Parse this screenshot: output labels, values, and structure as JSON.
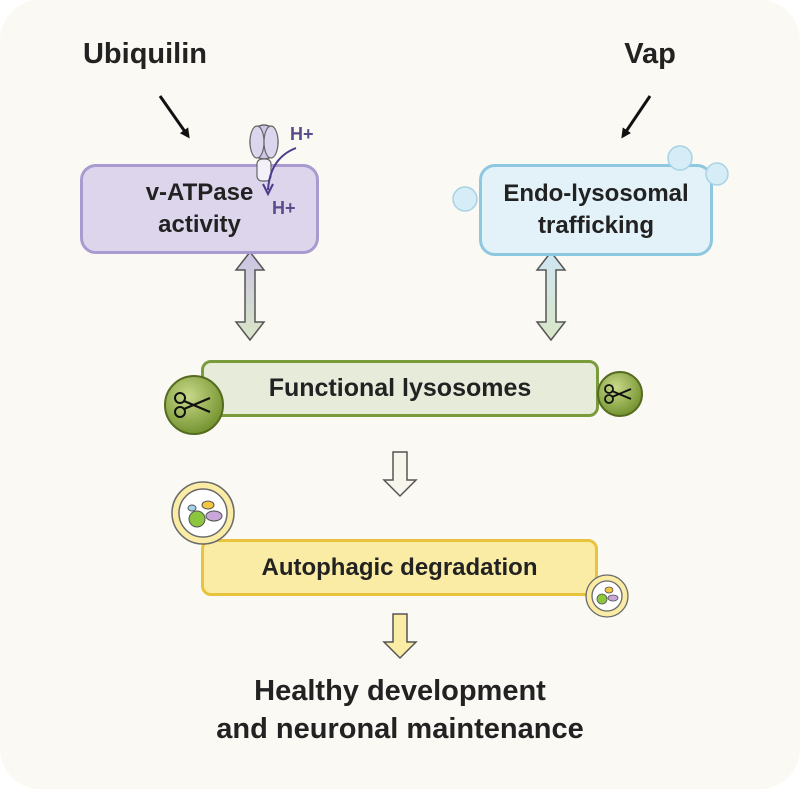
{
  "diagram": {
    "factors": {
      "left": "Ubiquilin",
      "right": "Vap"
    },
    "nodes": {
      "vatpase": {
        "line1": "v-ATPase",
        "line2": "activity"
      },
      "endo": {
        "line1": "Endo-lysosomal",
        "line2": "trafficking"
      },
      "lysosomes": "Functional lysosomes",
      "autophagy": "Autophagic degradation"
    },
    "proton_labels": {
      "top": "H+",
      "bottom": "H+"
    },
    "outcome": {
      "line1": "Healthy development",
      "line2": "and neuronal maintenance"
    }
  },
  "colors": {
    "background": "#fbf9f3",
    "vatpase_fill": "#ddd5ec",
    "vatpase_border": "#a99bcf",
    "endo_fill": "#e3f1f8",
    "endo_border": "#8ec8e0",
    "lysosome_fill": "#e6ebda",
    "lysosome_border": "#7a9b3c",
    "autophagy_fill": "#fbeca5",
    "autophagy_border": "#e8c43c",
    "proton_label": "#5a4a8a"
  },
  "icons": [
    "proton-pump-icon",
    "vesicle-bubbles-icon",
    "scissors-icon",
    "autophagosome-icon"
  ]
}
